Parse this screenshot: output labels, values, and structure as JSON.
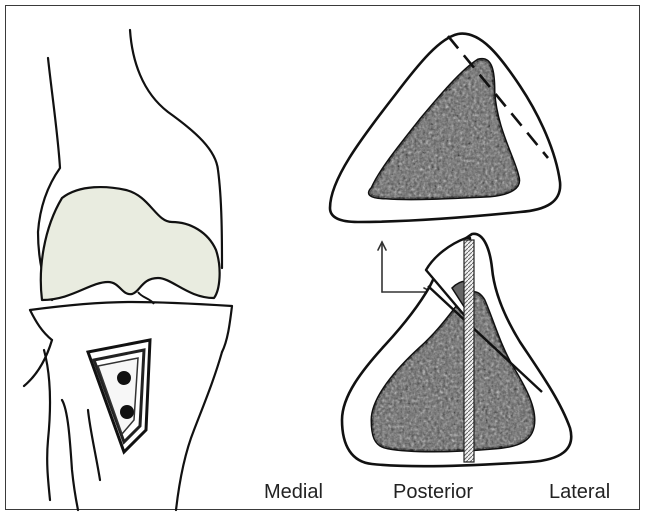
{
  "labels": {
    "medial": "Medial",
    "posterior": "Posterior",
    "lateral": "Lateral"
  },
  "colors": {
    "stroke": "#111111",
    "cartilage_fill": "#e9ece0",
    "plate": "#333333",
    "graft_core": "#555555",
    "background": "#ffffff"
  }
}
